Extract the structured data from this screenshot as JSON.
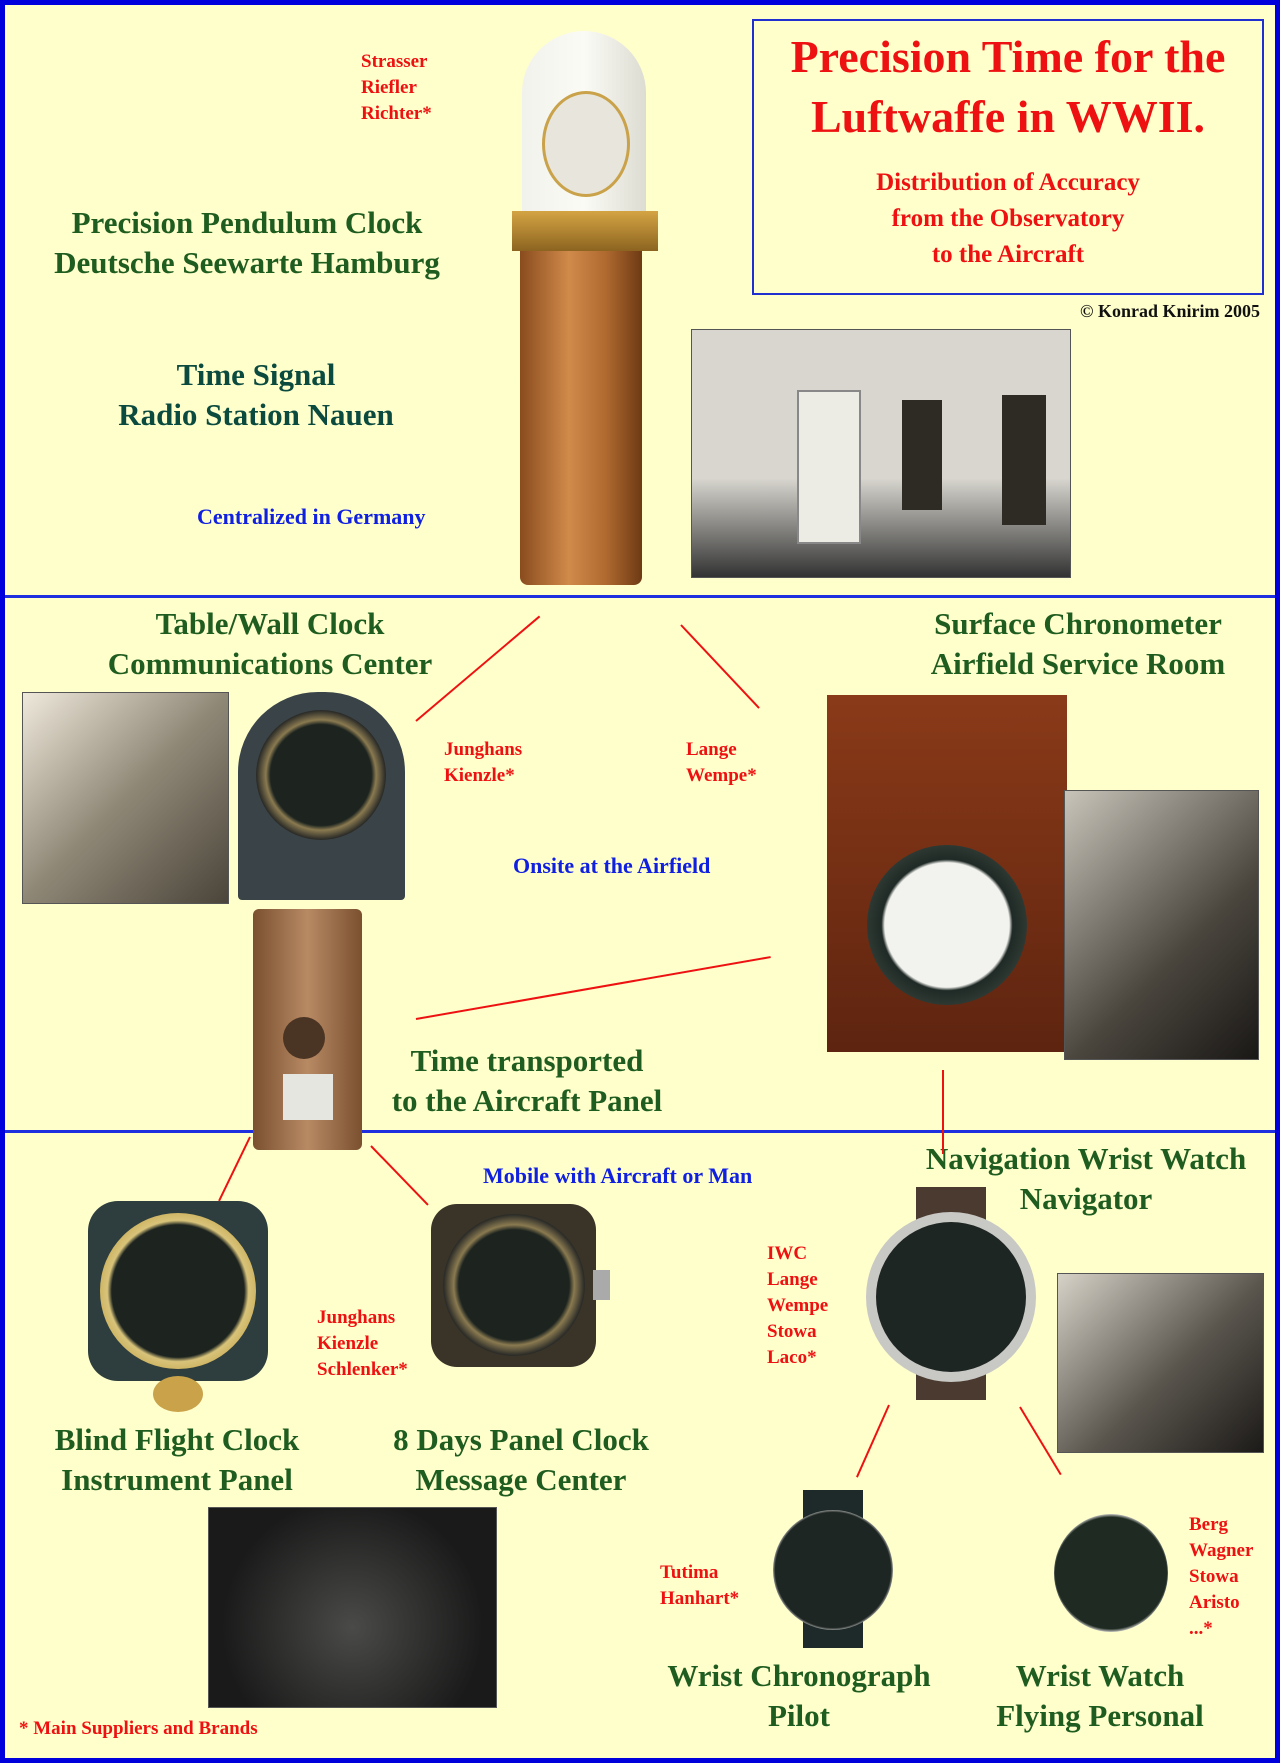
{
  "title_box": {
    "line1": "Precision Time for the",
    "line2": "Luftwaffe in WWII.",
    "sub1": "Distribution of Accuracy",
    "sub2": "from the Observatory",
    "sub3": "to the Aircraft"
  },
  "copyright": "© Konrad Knirim 2005",
  "section1": {
    "suppliers": [
      "Strasser",
      "Riefler",
      "Richter*"
    ],
    "pendulum_title1": "Precision Pendulum Clock",
    "pendulum_title2": "Deutsche Seewarte Hamburg",
    "signal_title1": "Time Signal",
    "signal_title2": "Radio Station Nauen",
    "caption": "Centralized in Germany"
  },
  "section2": {
    "table_title1": "Table/Wall Clock",
    "table_title2": "Communications Center",
    "table_suppliers": [
      "Junghans",
      "Kienzle*"
    ],
    "chrono_title1": "Surface Chronometer",
    "chrono_title2": "Airfield Service Room",
    "chrono_suppliers": [
      "Lange",
      "Wempe*"
    ],
    "caption": "Onsite at the Airfield",
    "transport1": "Time transported",
    "transport2": "to the Aircraft Panel"
  },
  "section3": {
    "caption": "Mobile with Aircraft or Man",
    "nav_title1": "Navigation Wrist Watch",
    "nav_title2": "Navigator",
    "nav_suppliers": [
      "IWC",
      "Lange",
      "Wempe",
      "Stowa",
      "Laco*"
    ],
    "panel_suppliers": [
      "Junghans",
      "Kienzle",
      "Schlenker*"
    ],
    "blind_title1": "Blind Flight Clock",
    "blind_title2": "Instrument Panel",
    "days_title1": "8 Days Panel Clock",
    "days_title2": "Message Center",
    "chrono_title1": "Wrist Chronograph",
    "chrono_title2": "Pilot",
    "chrono_suppliers": [
      "Tutima",
      "Hanhart*"
    ],
    "watch_title1": "Wrist Watch",
    "watch_title2": "Flying Personal",
    "watch_suppliers": [
      "Berg",
      "Wagner",
      "Stowa",
      "Aristo",
      "...*"
    ]
  },
  "footnote": "* Main Suppliers and Brands"
}
